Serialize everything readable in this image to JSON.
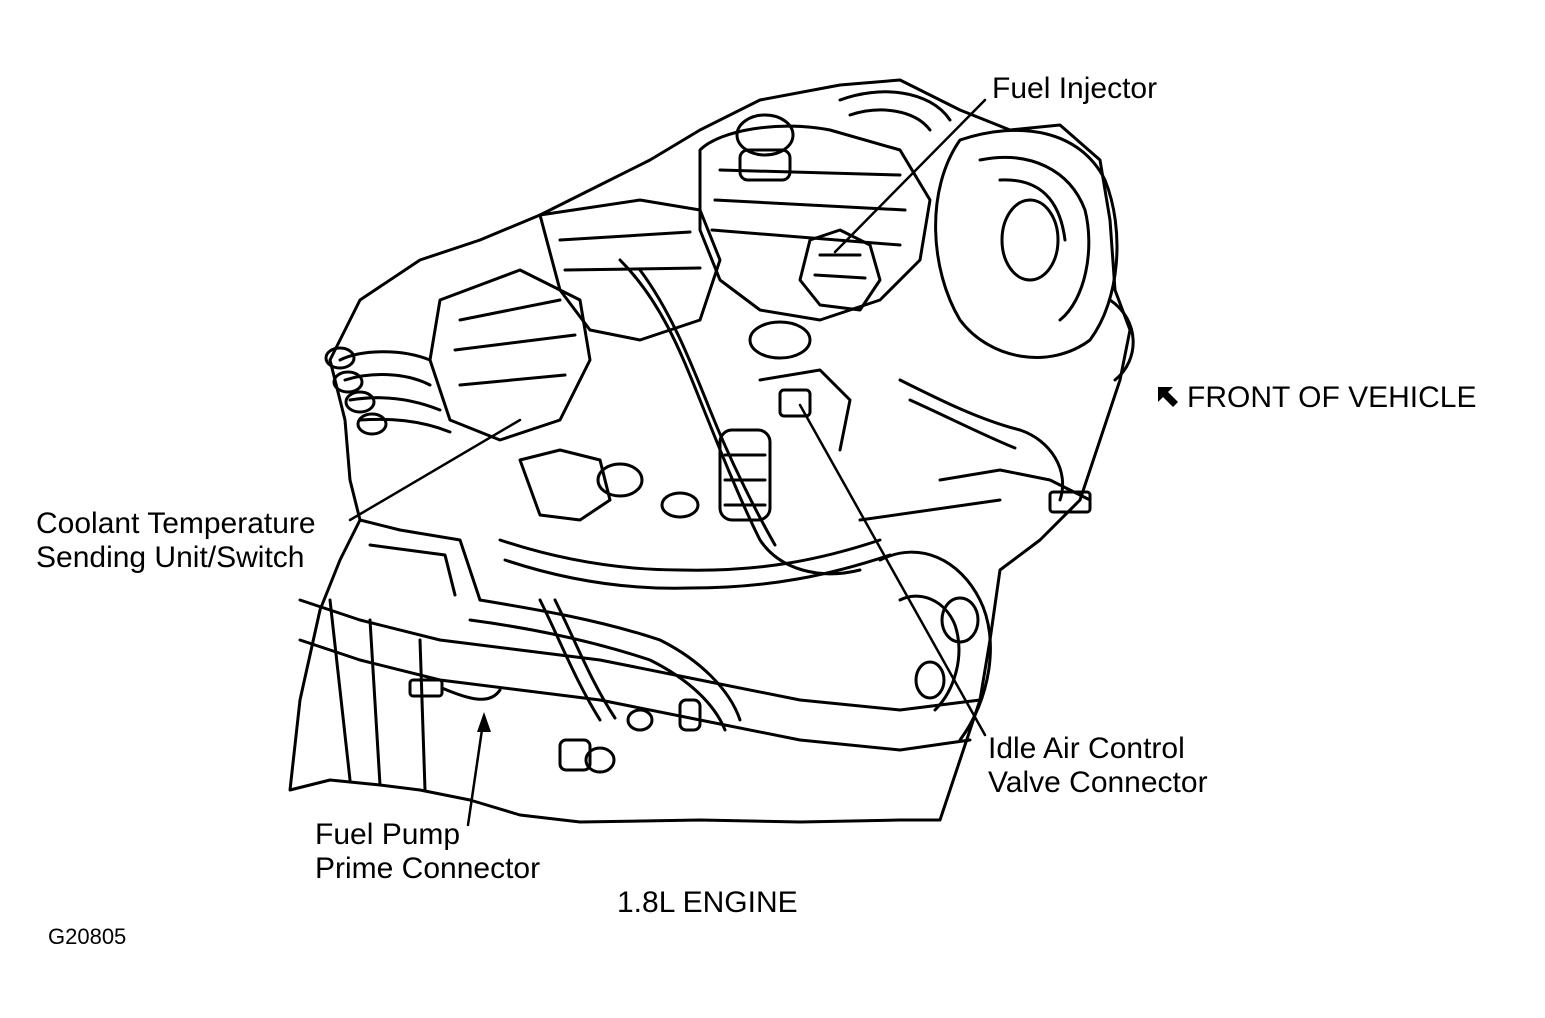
{
  "figure_id": "G20805",
  "caption": "1.8L ENGINE",
  "orientation": {
    "text": "FRONT OF VEHICLE",
    "icon": "arrow-up-left-icon"
  },
  "callouts": {
    "fuel_injector": "Fuel Injector",
    "coolant_line1": "Coolant Temperature",
    "coolant_line2": "Sending Unit/Switch",
    "iac_line1": "Idle Air Control",
    "iac_line2": "Valve Connector",
    "fuel_pump_line1": "Fuel Pump",
    "fuel_pump_line2": "Prime Connector"
  },
  "colors": {
    "ink": "#000000",
    "paper": "#ffffff"
  }
}
